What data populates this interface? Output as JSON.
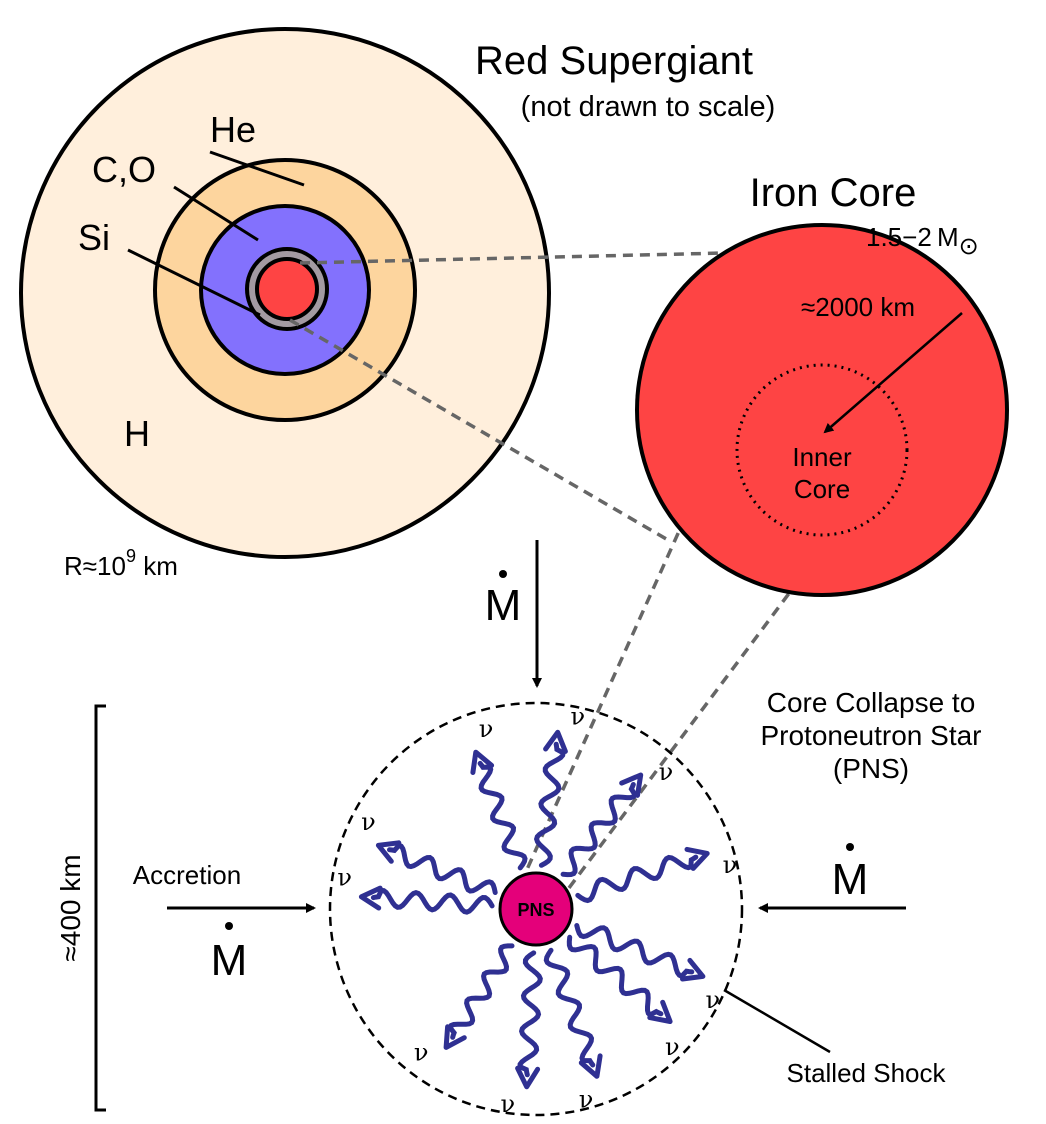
{
  "colors": {
    "hydrogen": "#ffefdc",
    "helium": "#fdd59e",
    "carbon_oxygen": "#8371fd",
    "silicon_shell": "#a39aa2",
    "iron_core": "#fe4444",
    "pns": "#e4007a",
    "neutrino": "#2f3092",
    "outline": "#000000",
    "projection_line": "#666666"
  },
  "supergiant": {
    "title": "Red Supergiant",
    "subtitle": "(not drawn to scale)",
    "layer_labels": {
      "hydrogen": "H",
      "helium": "He",
      "carbon_oxygen": "C,O",
      "silicon": "Si"
    },
    "radius_label": "R≈10",
    "radius_exponent": "9",
    "radius_unit": " km"
  },
  "iron_core": {
    "title": "Iron Core",
    "mass_label": "1.5−2 M",
    "mass_symbol": "⊙",
    "radius_label": "≈2000 km",
    "inner_core_line1": "Inner",
    "inner_core_line2": "Core"
  },
  "collapse": {
    "caption_line1": "Core Collapse to",
    "caption_line2": "Protoneutron Star",
    "caption_line3": "(PNS)",
    "pns_label": "PNS",
    "neutrino_symbol": "ν",
    "accretion_label": "Accretion",
    "mdot_symbol": "M",
    "size_label": "≈400 km",
    "shock_label": "Stalled Shock"
  }
}
